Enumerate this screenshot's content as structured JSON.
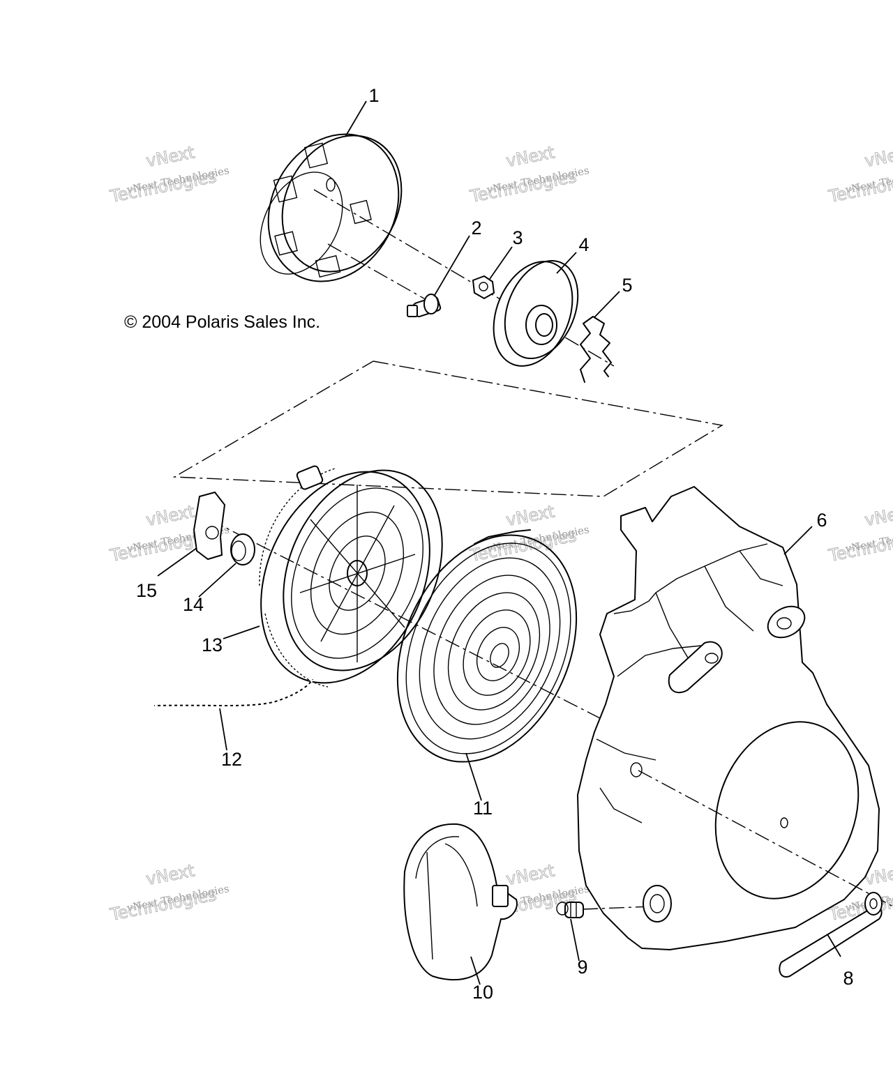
{
  "copyright": "© 2004 Polaris Sales Inc.",
  "watermark": {
    "small": "vNext Technologies",
    "big_top": "vNext",
    "big_bottom": "Technologies"
  },
  "parts": [
    {
      "id": "1",
      "label": "1"
    },
    {
      "id": "2",
      "label": "2"
    },
    {
      "id": "3",
      "label": "3"
    },
    {
      "id": "4",
      "label": "4"
    },
    {
      "id": "5",
      "label": "5"
    },
    {
      "id": "6",
      "label": "6"
    },
    {
      "id": "7",
      "label": "8"
    },
    {
      "id": "8",
      "label": "9"
    },
    {
      "id": "9",
      "label": "10"
    },
    {
      "id": "10",
      "label": "11"
    },
    {
      "id": "11",
      "label": "12"
    },
    {
      "id": "12",
      "label": "13"
    },
    {
      "id": "13",
      "label": "14"
    },
    {
      "id": "14",
      "label": "15"
    }
  ]
}
